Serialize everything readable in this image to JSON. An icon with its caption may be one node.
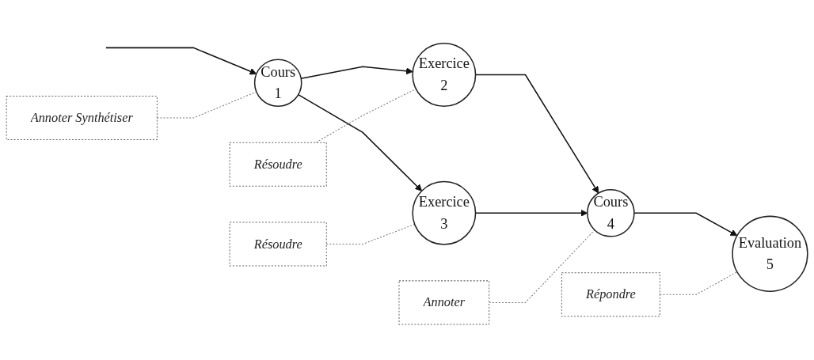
{
  "diagram": {
    "nodes": [
      {
        "text": [
          "Cours",
          "1"
        ]
      },
      {
        "text": [
          "Exercice",
          "2"
        ]
      },
      {
        "text": [
          "Exercice",
          "3"
        ]
      },
      {
        "text": [
          "Cours",
          "4"
        ]
      },
      {
        "text": [
          "Evaluation",
          "5"
        ]
      },
      {
        "text": [
          "Annoter Synthétiser"
        ]
      },
      {
        "text": [
          "Résoudre"
        ]
      },
      {
        "text": [
          "Résoudre"
        ]
      },
      {
        "text": [
          "Annoter"
        ]
      },
      {
        "text": [
          "Répondre"
        ]
      }
    ],
    "edges": [
      {
        "from": null,
        "to": 0,
        "arrow": "to"
      },
      {
        "from": 0,
        "to": 1,
        "arrow": "to"
      },
      {
        "from": 0,
        "to": 2,
        "arrow": "to"
      },
      {
        "from": 1,
        "to": 3,
        "arrow": "to"
      },
      {
        "from": 2,
        "to": 3,
        "arrow": "to"
      },
      {
        "from": 3,
        "to": 4,
        "arrow": "to"
      },
      {
        "from": 5,
        "to": 0,
        "arrow": "none",
        "style": "dashed",
        "color": "#777777"
      },
      {
        "from": 6,
        "to": 1,
        "arrow": "none",
        "style": "dashed",
        "color": "#777777"
      },
      {
        "from": 7,
        "to": 2,
        "arrow": "none",
        "style": "dashed",
        "color": "#777777"
      },
      {
        "from": 8,
        "to": 3,
        "arrow": "none",
        "style": "dashed",
        "color": "#777777"
      },
      {
        "from": 9,
        "to": 4,
        "arrow": "none",
        "style": "dashed",
        "color": "#777777"
      }
    ]
  }
}
